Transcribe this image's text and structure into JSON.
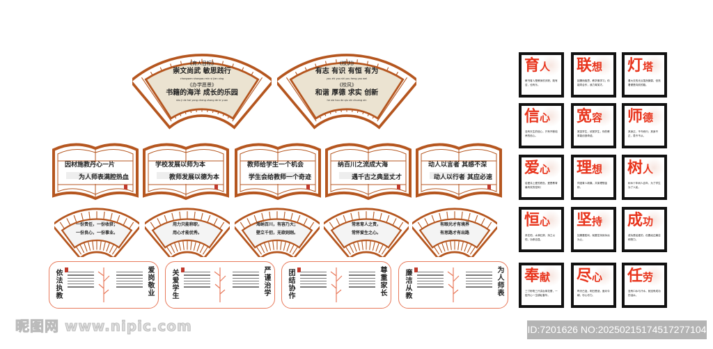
{
  "top_fans": [
    {
      "h1": "《育人目标》",
      "l1": "崇文尚武 敏思践行",
      "p1": "chongwen shangwu min si jian xing",
      "h2": "《办学愿景》",
      "l2": "书籍的海洋 成长的乐园",
      "p2": "shu ji de hai yang cheng zhang de le yuan"
    },
    {
      "h1": "《校训》",
      "l1": "有志 有识 有恒 有为",
      "p1": "you zhi you shi you heng you wei",
      "h2": "《校风》",
      "l2": "和谐 厚德 求实 创新",
      "p2": "he xie hou de qiu shi chuang xin"
    }
  ],
  "books": [
    {
      "l1": "因材施教丹心一片",
      "l2": "为人师表满腔热血"
    },
    {
      "l1": "学校发展以师为本",
      "l2": "教师发展以德为本"
    },
    {
      "l1": "教师给学生一个机会",
      "l2": "学生会给教师一个奇迹"
    },
    {
      "l1": "纳百川之流成大海",
      "l2": "遇千古之典显丈才"
    },
    {
      "l1": "动人以言者 其感不深",
      "l2": "动人以行者 其应必速"
    }
  ],
  "small_fans": [
    {
      "l1": "一份责任，一份收获；",
      "l2": "一份良心，一份事业。"
    },
    {
      "l1": "用力只能称职，",
      "l2": "用心才能优秀。"
    },
    {
      "l1": "海纳百川，有容乃大；",
      "l2": "壁立千仞，无欲则刚。"
    },
    {
      "l1": "常思育人之责，",
      "l2": "常怀爱生之心。"
    },
    {
      "l1": "有眼光才有境界",
      "l2": "有思路才有出路"
    }
  ],
  "panels": [
    {
      "left": "依法执教",
      "right": "爱岗敬业"
    },
    {
      "left": "关爱学生",
      "right": "严谨治学"
    },
    {
      "left": "团结协作",
      "right": "尊重家长"
    },
    {
      "left": "廉洁从教",
      "right": "为人师表"
    }
  ],
  "squares": [
    {
      "a": "育",
      "b": "人",
      "d": "教书育人是教师的天职，既有苦，也有乐。"
    },
    {
      "a": "联",
      "b": "想",
      "d": "因需而驱思，教学像学习；你能同合作，我力育英才。"
    },
    {
      "a": "灯",
      "b": "塔",
      "d": "看大去的光点虽然微弱，但亮着便是向前的路。"
    },
    {
      "a": "信",
      "b": "心",
      "d": "没有天生的信心，只有不断培养的信心。"
    },
    {
      "a": "宽",
      "b": "容",
      "d": "宽容学生，欣赏学生，你的教育能创造奇迹。"
    },
    {
      "a": "师",
      "b": "德",
      "d": "其身正，不令而行；其身不正，虽令不从。"
    },
    {
      "a": "爱",
      "b": "心",
      "d": "给爱涂上爱的底色，爱是教育最有效的密码！"
    },
    {
      "a": "理",
      "b": "想",
      "d": "同迹育人新篇，共架理想金桥。"
    },
    {
      "a": "树",
      "b": "人",
      "d": "树木十年树人百年，为了学生为了人民。"
    },
    {
      "a": "恒",
      "b": "心",
      "d": "贵在恒，水滴石穿，持之以恒，功崇自显。"
    },
    {
      "a": "坚",
      "b": "持",
      "d": "如果要胜利，就要坚持到永远为止。"
    },
    {
      "a": "成",
      "b": "功",
      "d": "成功是给爱的，但要经过痛苦和努力。"
    },
    {
      "a": "奉",
      "b": "献",
      "d": "三寸粉笔三尺讲台育花蕾，一腔丹心一生耕耘春华。"
    },
    {
      "a": "尽",
      "b": "心",
      "d": "昨天已逝，明日是谜，面对今朝，尽心尽力。"
    },
    {
      "a": "任",
      "b": "劳",
      "d": "没有口水与汗水，就没有成功的泪水。"
    }
  ],
  "watermark": "昵图网 www.nipic.com",
  "id_label": "ID:7201626 NO:20250215174517277104",
  "colors": {
    "frame": "#b5561f",
    "fan_fill": "#ebe3d1",
    "calligraphy": "#e8341c",
    "panel_border": "#e8795a"
  }
}
